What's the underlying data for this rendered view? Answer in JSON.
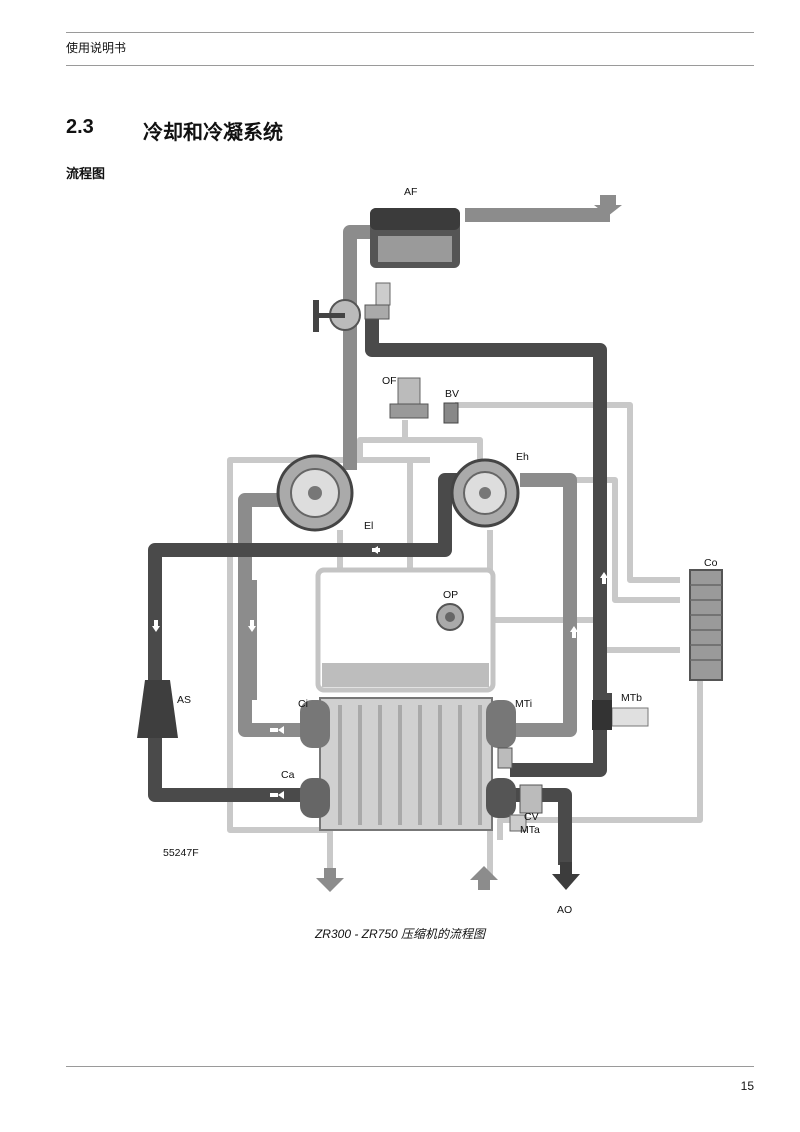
{
  "header": {
    "title": "使用说明书"
  },
  "section": {
    "number": "2.3",
    "title": "冷却和冷凝系统"
  },
  "subheading": "流程图",
  "diagram": {
    "labels": {
      "AF": "AF",
      "OF": "OF",
      "BV": "BV",
      "Eh": "Eh",
      "El": "El",
      "Co": "Co",
      "OP": "OP",
      "AS": "AS",
      "Ci": "Ci",
      "MTi": "MTi",
      "MTb": "MTb",
      "Ca": "Ca",
      "CV": "CV",
      "MTa": "MTa",
      "AO": "AO"
    },
    "figure_id": "55247F",
    "colors": {
      "dark": "#4a4a4a",
      "mid": "#8c8c8c",
      "light": "#c9c9c9",
      "arrow": "#ffffff"
    }
  },
  "caption": "ZR300 - ZR750 压缩机的流程图",
  "footer": {
    "page_number": "15"
  }
}
